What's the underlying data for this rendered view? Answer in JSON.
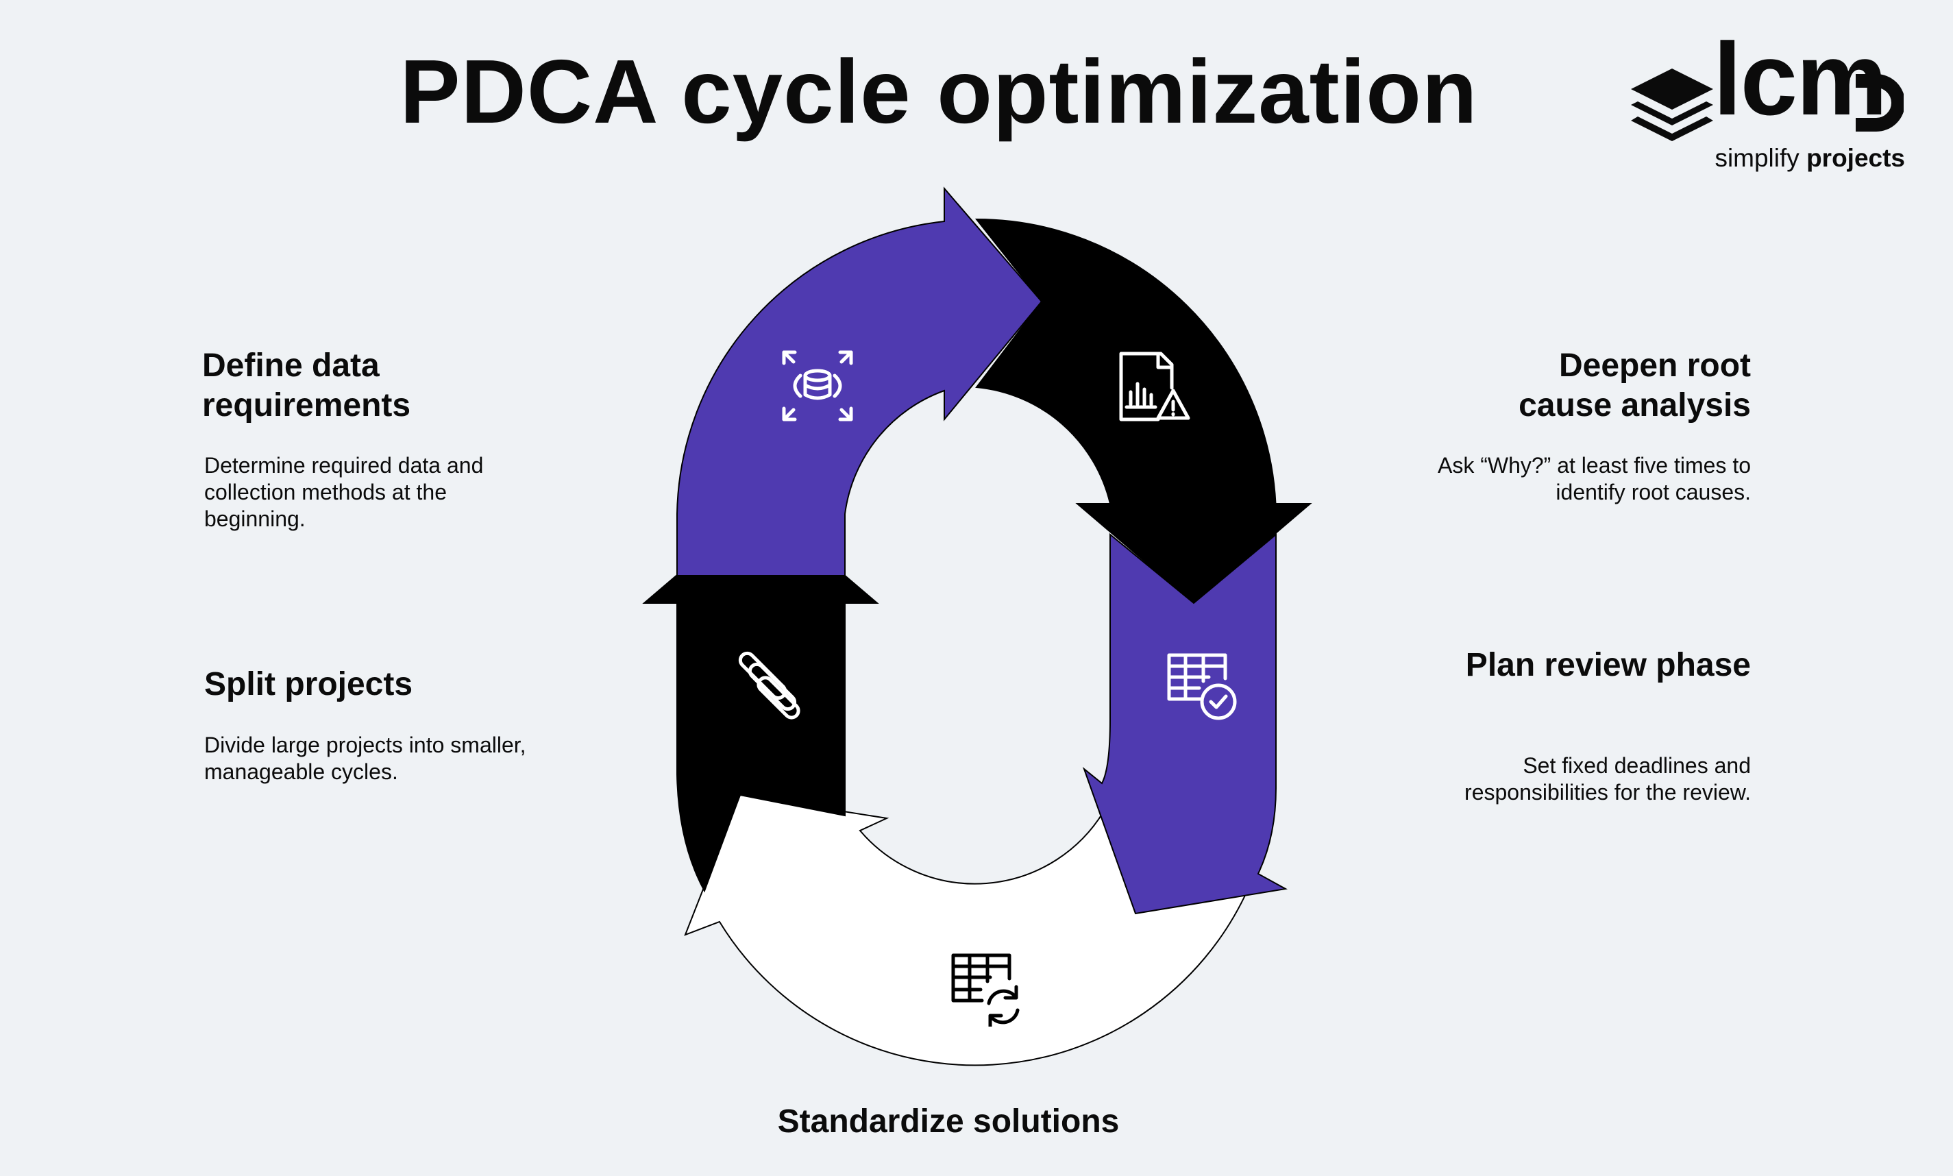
{
  "title": "PDCA cycle optimization",
  "brand": {
    "wordmark": "lcm",
    "tagline_regular": "simplify ",
    "tagline_bold": "projects",
    "icon": "layers-icon"
  },
  "colors": {
    "background": "#eff2f5",
    "purple": "#4f3ab0",
    "black": "#000000",
    "white": "#ffffff"
  },
  "steps": [
    {
      "id": "define",
      "heading": "Define data\nrequirements",
      "description": "Determine required data and\ncollection methods at the\nbeginning.",
      "icon": "database-scan-icon",
      "arrow_color": "purple"
    },
    {
      "id": "deepen",
      "heading": "Deepen root\ncause analysis",
      "description": "Ask “Why?” at least five times to\nidentify root causes.",
      "icon": "document-chart-warning-icon",
      "arrow_color": "black"
    },
    {
      "id": "plan",
      "heading": "Plan review phase",
      "description": "Set fixed deadlines and\nresponsibilities for the review.",
      "icon": "table-check-icon",
      "arrow_color": "purple"
    },
    {
      "id": "standardize",
      "heading": "Standardize solutions",
      "description": "",
      "icon": "table-refresh-icon",
      "arrow_color": "white"
    },
    {
      "id": "split",
      "heading": "Split projects",
      "description": "Divide large projects into smaller,\nmanageable cycles.",
      "icon": "split-bars-icon",
      "arrow_color": "black"
    }
  ]
}
